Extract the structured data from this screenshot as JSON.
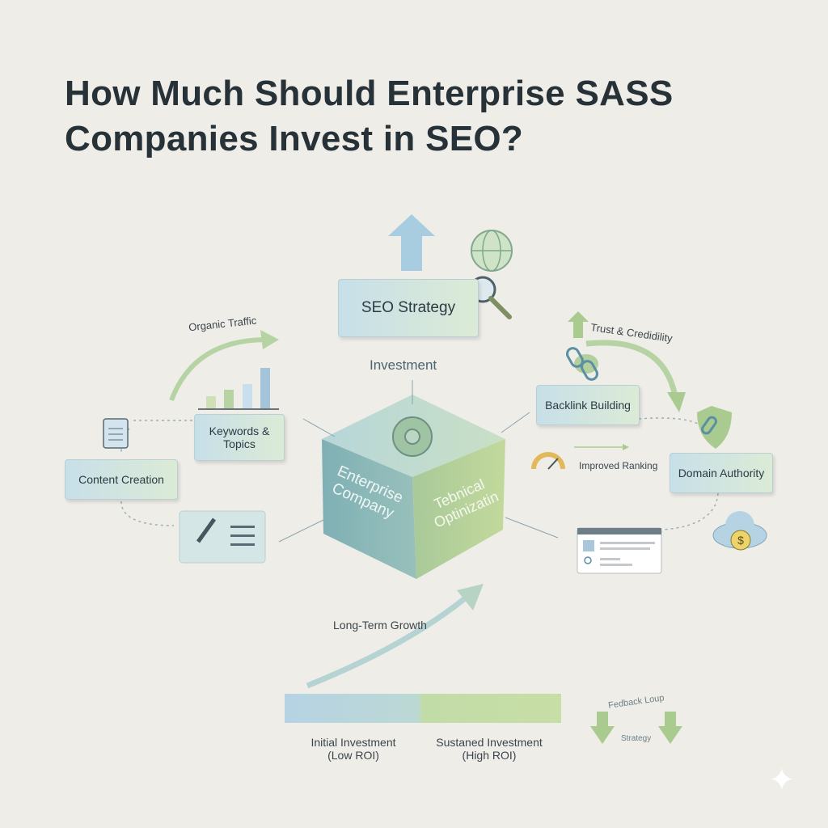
{
  "title_line1": "How Much Should Enterprise SASS",
  "title_line2": "Companies Invest in SEO?",
  "nodes": {
    "seo_strategy": "SEO Strategy",
    "investment": "Investment",
    "organic_traffic": "Organic Traffic",
    "keywords": "Keywords & Topics",
    "content_creation": "Content Creation",
    "cube_left": "Enterprise Company",
    "cube_right": "Tebnical Optinizatin",
    "trust": "Trust & Credidility",
    "backlink": "Backlink Building",
    "improved_ranking": "Improved Ranking",
    "domain_authority": "Domain Authority",
    "long_term": "Long-Term Growth"
  },
  "bar": {
    "left_line1": "Initial Investment",
    "left_line2": "(Low ROI)",
    "right_line1": "Sustaned Investment",
    "right_line2": "(High ROI)",
    "colors": [
      "#b6d3e4",
      "#c2dca8"
    ]
  },
  "feedback": {
    "label": "Fedback Loup",
    "sub": "Strategy"
  },
  "colors": {
    "accent_green": "#a9cb8f",
    "accent_blue": "#a9cde0",
    "background": "#efede8"
  }
}
